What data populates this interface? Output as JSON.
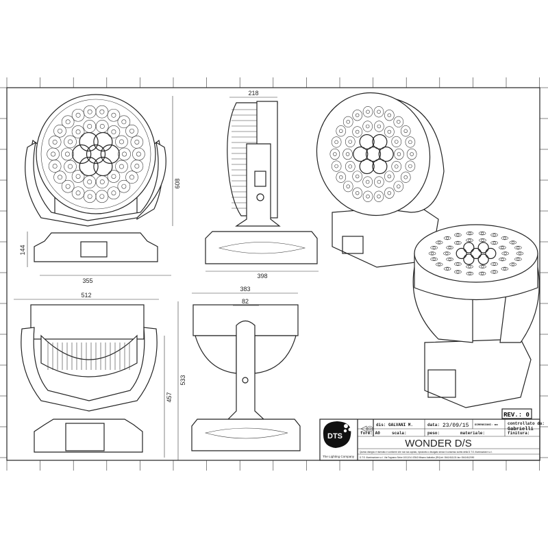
{
  "drawing": {
    "dimensions": {
      "front_height": "608",
      "base_height": "144",
      "base_width": "355",
      "side_depth": "218",
      "side_base_width": "398",
      "rear_width": "512",
      "rear_height": "533",
      "rear_arm_height": "457",
      "back_width": "383",
      "back_yoke_width": "82"
    },
    "rev": "REV.: 0",
    "title_block": {
      "logo": "DTS",
      "tagline": "The Lighting Company",
      "dis": "dis: GALVANI M.",
      "data_label": "data:",
      "data": "23/09/15",
      "dimensioni": "DIMENSIONI: mm",
      "controllato_label": "controllato da:",
      "controllato": "Gabrielli",
      "form": "form: A0",
      "scala": "scala:",
      "peso": "peso:",
      "materiale": "materiale:",
      "finitura": "finitura:",
      "title": "WONDER D/S",
      "notice": "Questo disegno è riservato e conforme che non sia copiato, riprodotto o divulgato senza il consenso scritto della D.T.S. Illuminazione s.r.l.",
      "address": "D.T.S. Illuminazione s.r.l. Via Fagnano Selve 10/12/14 47843 Misano Adriatico (RN) tel. 0541/611131 fax: 0541/612090"
    }
  }
}
